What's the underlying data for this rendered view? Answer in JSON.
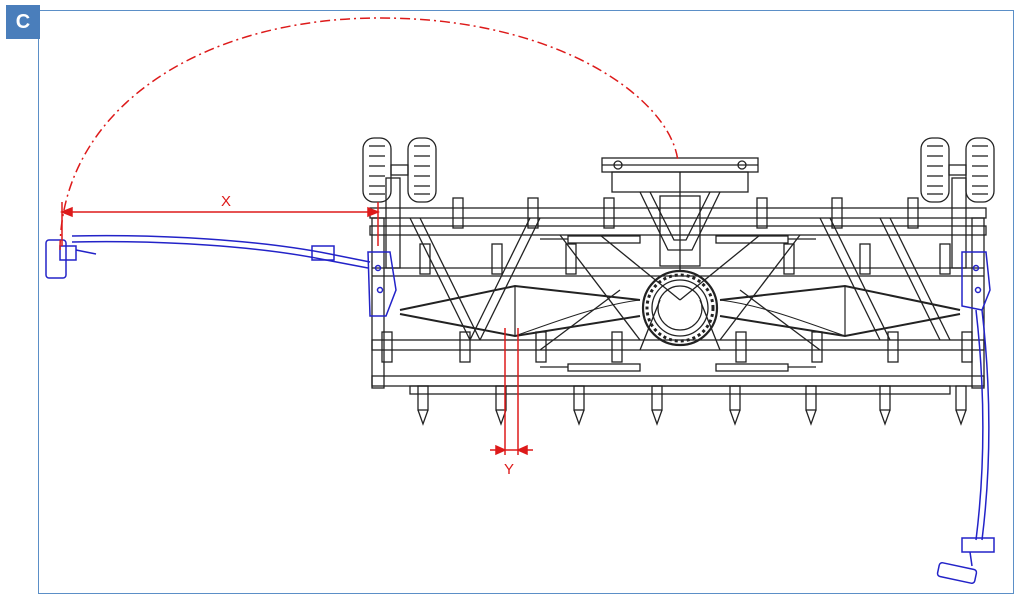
{
  "panel": {
    "letter": "C"
  },
  "dimensions": {
    "x_label": "X",
    "y_label": "Y"
  },
  "colors": {
    "badge_bg": "#4a7ebb",
    "frame": "#5b8fc7",
    "machine": "#222222",
    "arm": "#2323c8",
    "dimension": "#dd1a1a"
  }
}
